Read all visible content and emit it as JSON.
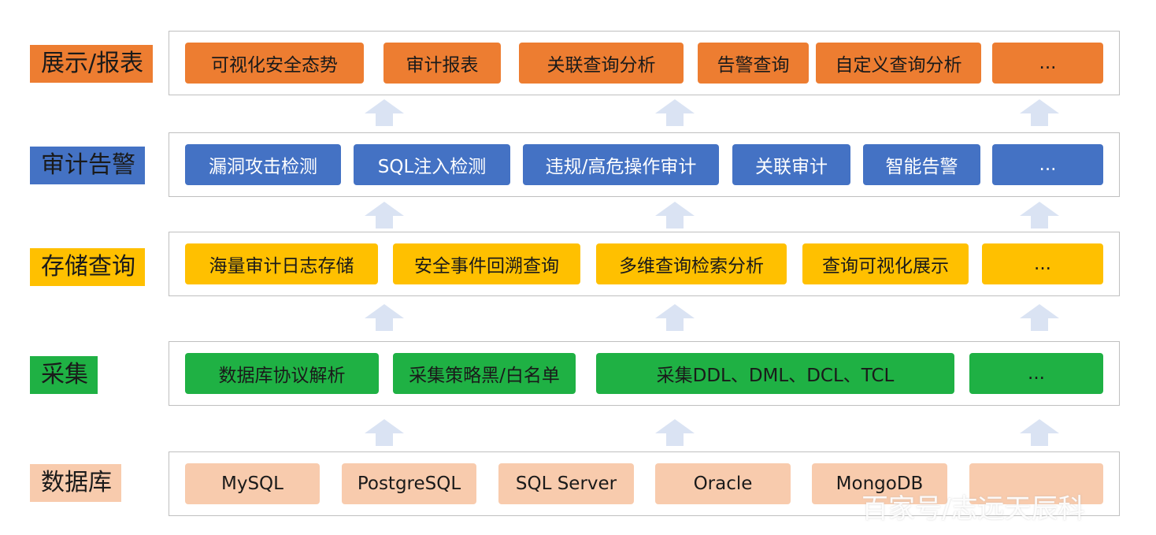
{
  "colors": {
    "display": "#ed7d31",
    "audit": "#4472c4",
    "storage": "#ffc000",
    "collect": "#1fb144",
    "database": "#f8cbad",
    "arrow": "#dae3f3",
    "border": "#bfbfbf"
  },
  "layers": [
    {
      "label": "展示/报表",
      "items": [
        "可视化安全态势",
        "审计报表",
        "关联查询分析",
        "告警查询",
        "自定义查询分析",
        "..."
      ]
    },
    {
      "label": "审计告警",
      "items": [
        "漏洞攻击检测",
        "SQL注入检测",
        "违规/高危操作审计",
        "关联审计",
        "智能告警",
        "..."
      ]
    },
    {
      "label": "存储查询",
      "items": [
        "海量审计日志存储",
        "安全事件回溯查询",
        "多维查询检索分析",
        "查询可视化展示",
        "..."
      ]
    },
    {
      "label": "采集",
      "items": [
        "数据库协议解析",
        "采集策略黑/白名单",
        "采集DDL、DML、DCL、TCL",
        "..."
      ]
    },
    {
      "label": "数据库",
      "items": [
        "MySQL",
        "PostgreSQL",
        "SQL Server",
        "Oracle",
        "MongoDB",
        ""
      ]
    }
  ],
  "watermark": "百家号/志远天辰科"
}
